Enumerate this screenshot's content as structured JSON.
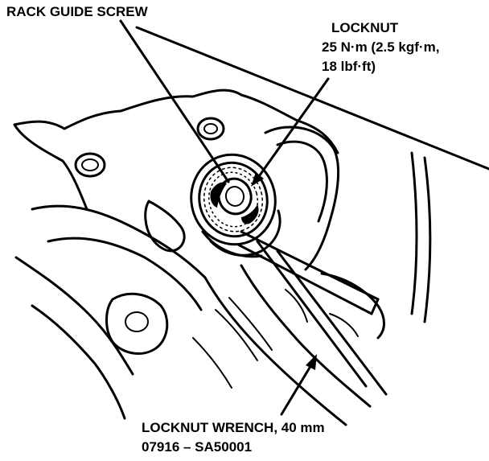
{
  "labels": {
    "rack_guide_screw": "RACK GUIDE SCREW",
    "locknut_title": "LOCKNUT",
    "locknut_torque_line1": "25 N·m (2.5 kgf·m,",
    "locknut_torque_line2": "18 lbf·ft)",
    "wrench_line1": "LOCKNUT WRENCH, 40 mm",
    "wrench_line2": "07916 – SA50001"
  },
  "colors": {
    "ink": "#000000",
    "paper": "#ffffff"
  }
}
